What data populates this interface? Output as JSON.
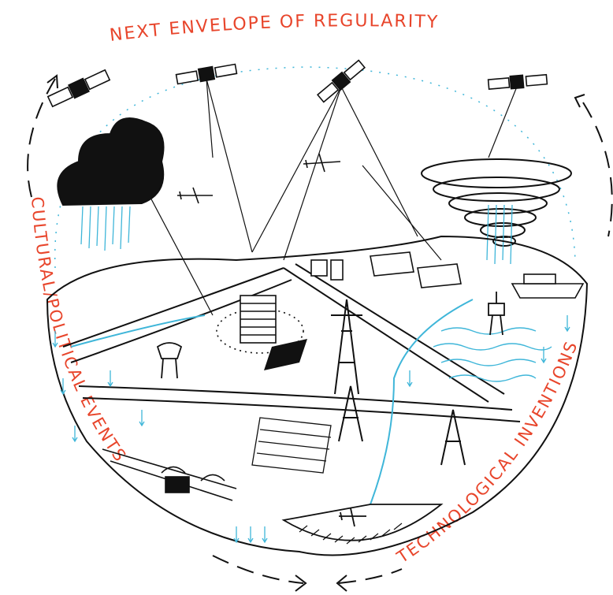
{
  "labels": {
    "top": "NEXT ENVELOPE OF REGULARITY",
    "left": "CULTURAL/POLITICAL EVENTS",
    "right": "TECHNOLOGICAL INVENTIONS"
  },
  "colors": {
    "label_red": "#e8452b",
    "ink": "#111111",
    "water_blue": "#3fb6d9"
  },
  "icons": [
    "satellite-icon",
    "airplane-icon",
    "storm-cloud-icon",
    "hurricane-icon",
    "transmission-tower-icon",
    "cargo-ship-icon",
    "oil-rig-icon"
  ]
}
